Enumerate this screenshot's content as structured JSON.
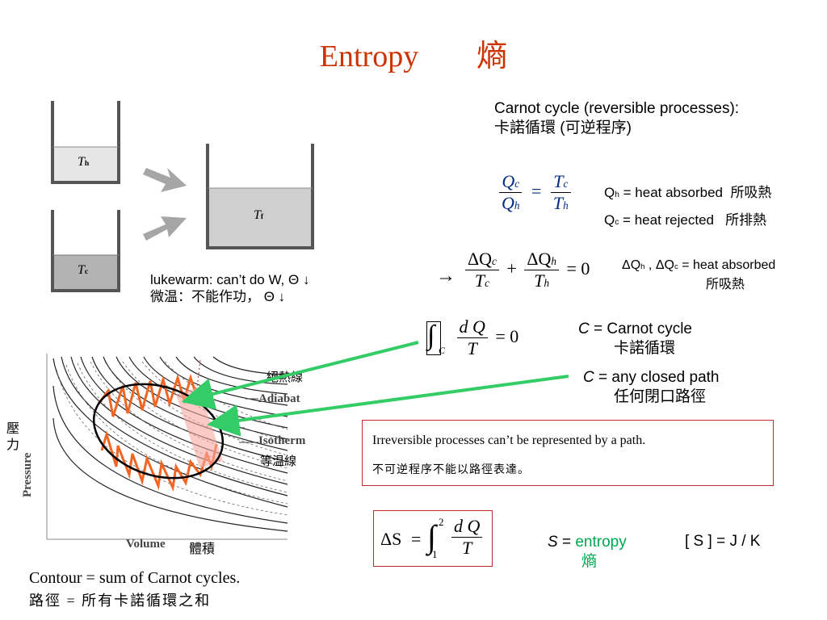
{
  "title": {
    "en": "Entropy",
    "zh": "熵"
  },
  "carnot": {
    "line1": "Carnot cycle (reversible  processes):",
    "line2": "卡諾循環 (可逆程序)"
  },
  "beakers": {
    "hot": "T",
    "hot_sub": "h",
    "cold": "T",
    "cold_sub": "c",
    "final": "T",
    "final_sub": "f"
  },
  "lukewarm": {
    "line1": "lukewarm: can’t do W,   Θ ↓",
    "line2": "微温：不能作功， Θ ↓"
  },
  "eq1": {
    "lhs_num": "Q",
    "lhs_num_sub": "c",
    "lhs_den": "Q",
    "lhs_den_sub": "h",
    "eq": "=",
    "rhs_num": "T",
    "rhs_num_sub": "c",
    "rhs_den": "T",
    "rhs_den_sub": "h"
  },
  "qh": {
    "label": "Q",
    "sub": "h",
    "text": " = heat absorbed  ",
    "zh": "所吸熱"
  },
  "qc": {
    "label": "Q",
    "sub": "c",
    "text": " = heat rejected   ",
    "zh": "所排熱"
  },
  "arrow": "→",
  "eq2": {
    "n1": "ΔQ",
    "n1s": "c",
    "d1": "T",
    "d1s": "c",
    "plus": "+",
    "n2": "ΔQ",
    "n2s": "h",
    "d2": "T",
    "d2s": "h",
    "rhs": "= 0"
  },
  "dq_note": {
    "p1": "ΔQ",
    "p1s": "h",
    "sep": " , ",
    "p2": "ΔQ",
    "p2s": "c",
    "text": " = heat absorbed",
    "zh": "所吸熱"
  },
  "eq3": {
    "integral": "∫",
    "sub": "C",
    "num": "d Q",
    "den": "T",
    "rhs": "= 0"
  },
  "c_carnot": {
    "c": "C",
    "text": " = Carnot cycle",
    "zh": "卡諾循環"
  },
  "c_any": {
    "c": "C",
    "text": " = any closed path",
    "zh": "任何閉口路徑"
  },
  "graph": {
    "adiabat_zh": "絕熱線",
    "adiabat": "Adiabat",
    "isotherm": "Isotherm",
    "isotherm_zh": "等温線",
    "pressure": "Pressure",
    "pressure_zh": "壓力",
    "volume": "Volume",
    "volume_zh": "體積"
  },
  "irreversible": {
    "en": "Irreversible processes can’t be represented by a path.",
    "zh": "不可逆程序不能以路徑表達。"
  },
  "entropy_eq": {
    "lhs": "ΔS",
    "eq": "=",
    "integral": "∫",
    "upper": "2",
    "lower": "1",
    "num": "d Q",
    "den": "T"
  },
  "s_def": {
    "s": "S",
    "eq": " = ",
    "word": "entropy",
    "zh": "熵"
  },
  "units": "[ S ] = J / K",
  "contour": {
    "en": "Contour = sum of Carnot cycles.",
    "zh": "路徑 = 所有卡諾循環之和"
  },
  "colors": {
    "title": "#cc3300",
    "accent_green": "#00a651",
    "box_red": "#c0282d",
    "orange": "#f26522"
  }
}
